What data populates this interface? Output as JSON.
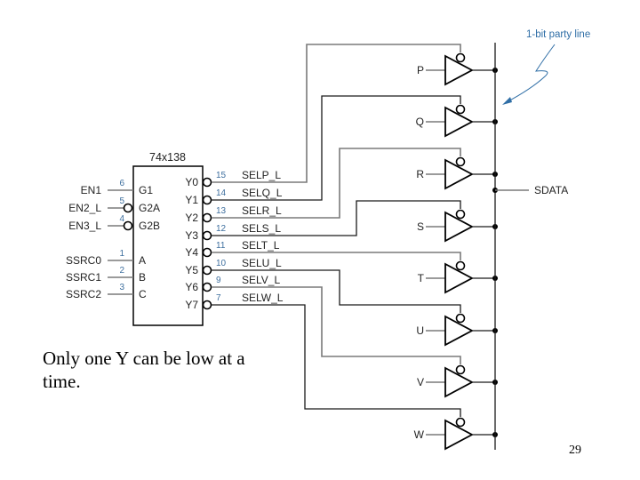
{
  "slide": {
    "note": "Only one Y can be low at a time.",
    "page_number": "29"
  },
  "decoder": {
    "title": "74x138",
    "inputs": [
      {
        "signal": "EN1",
        "pin": "6",
        "port": "G1",
        "active_low": false
      },
      {
        "signal": "EN2_L",
        "pin": "5",
        "port": "G2A",
        "active_low": true
      },
      {
        "signal": "EN3_L",
        "pin": "4",
        "port": "G2B",
        "active_low": true
      },
      {
        "signal": "SSRC0",
        "pin": "1",
        "port": "A",
        "active_low": false
      },
      {
        "signal": "SSRC1",
        "pin": "2",
        "port": "B",
        "active_low": false
      },
      {
        "signal": "SSRC2",
        "pin": "3",
        "port": "C",
        "active_low": false
      }
    ],
    "outputs": [
      {
        "port": "Y0",
        "pin": "15",
        "signal": "SELP_L",
        "drives": "P"
      },
      {
        "port": "Y1",
        "pin": "14",
        "signal": "SELQ_L",
        "drives": "Q"
      },
      {
        "port": "Y2",
        "pin": "13",
        "signal": "SELR_L",
        "drives": "R"
      },
      {
        "port": "Y3",
        "pin": "12",
        "signal": "SELS_L",
        "drives": "S"
      },
      {
        "port": "Y4",
        "pin": "11",
        "signal": "SELT_L",
        "drives": "T"
      },
      {
        "port": "Y5",
        "pin": "10",
        "signal": "SELU_L",
        "drives": "U"
      },
      {
        "port": "Y6",
        "pin": "9",
        "signal": "SELV_L",
        "drives": "V"
      },
      {
        "port": "Y7",
        "pin": "7",
        "signal": "SELW_L",
        "drives": "W"
      }
    ]
  },
  "buffers": [
    {
      "input": "P"
    },
    {
      "input": "Q"
    },
    {
      "input": "R"
    },
    {
      "input": "S"
    },
    {
      "input": "T"
    },
    {
      "input": "U"
    },
    {
      "input": "V"
    },
    {
      "input": "W"
    }
  ],
  "bus": {
    "output_label": "SDATA",
    "annotation": "1-bit party line",
    "annotation_color": "#2f6ea6"
  },
  "colors": {
    "pin_number": "#3e6f9e",
    "wire_dark": "#1a1a1a",
    "wire_gray": "#7a7a7a"
  }
}
